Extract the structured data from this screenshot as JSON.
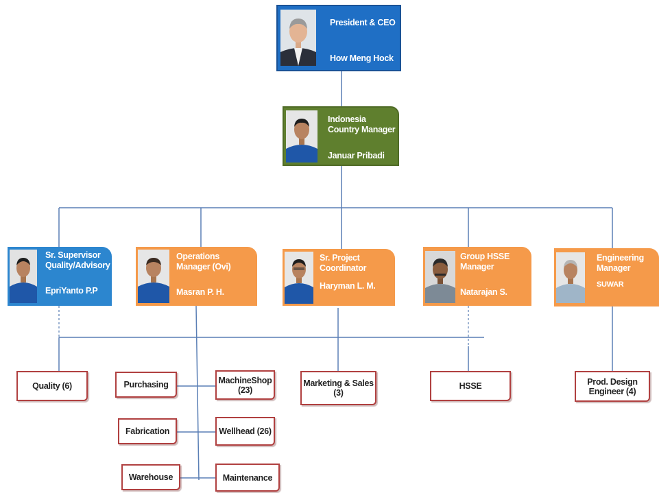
{
  "ceo": {
    "title": "President & CEO",
    "name": "How Meng Hock"
  },
  "country_manager": {
    "title": "Indonesia\nCountry Manager",
    "name": "Januar Pribadi"
  },
  "managers": [
    {
      "title": "Sr. Supervisor\nQuality/Advisory",
      "name": "EpriYanto P.P"
    },
    {
      "title": "Operations\nManager (Ovi)",
      "name": "Masran P. H."
    },
    {
      "title": "Sr. Project\nCoordinator",
      "name": "Haryman  L. M."
    },
    {
      "title": "Group HSSE\nManager",
      "name": "Natarajan S."
    },
    {
      "title": "Engineering\nManager",
      "name": "SUWAR"
    }
  ],
  "departments": {
    "quality": "Quality (6)",
    "purchasing": "Purchasing",
    "machineshop": "MachineShop\n(23)",
    "fabrication": "Fabrication",
    "wellhead": "Wellhead (26)",
    "warehouse": "Warehouse",
    "maintenance": "Maintenance",
    "marketing": "Marketing & Sales\n(3)",
    "hsse": "HSSE",
    "prod_design": "Prod. Design\nEngineer (4)"
  },
  "colors": {
    "line": "#5a7fb5",
    "ceo_card": "#1f6fc5",
    "country_card": "#5f7f2e",
    "manager_card": "#f59a4a",
    "dept_border": "#b04040"
  }
}
